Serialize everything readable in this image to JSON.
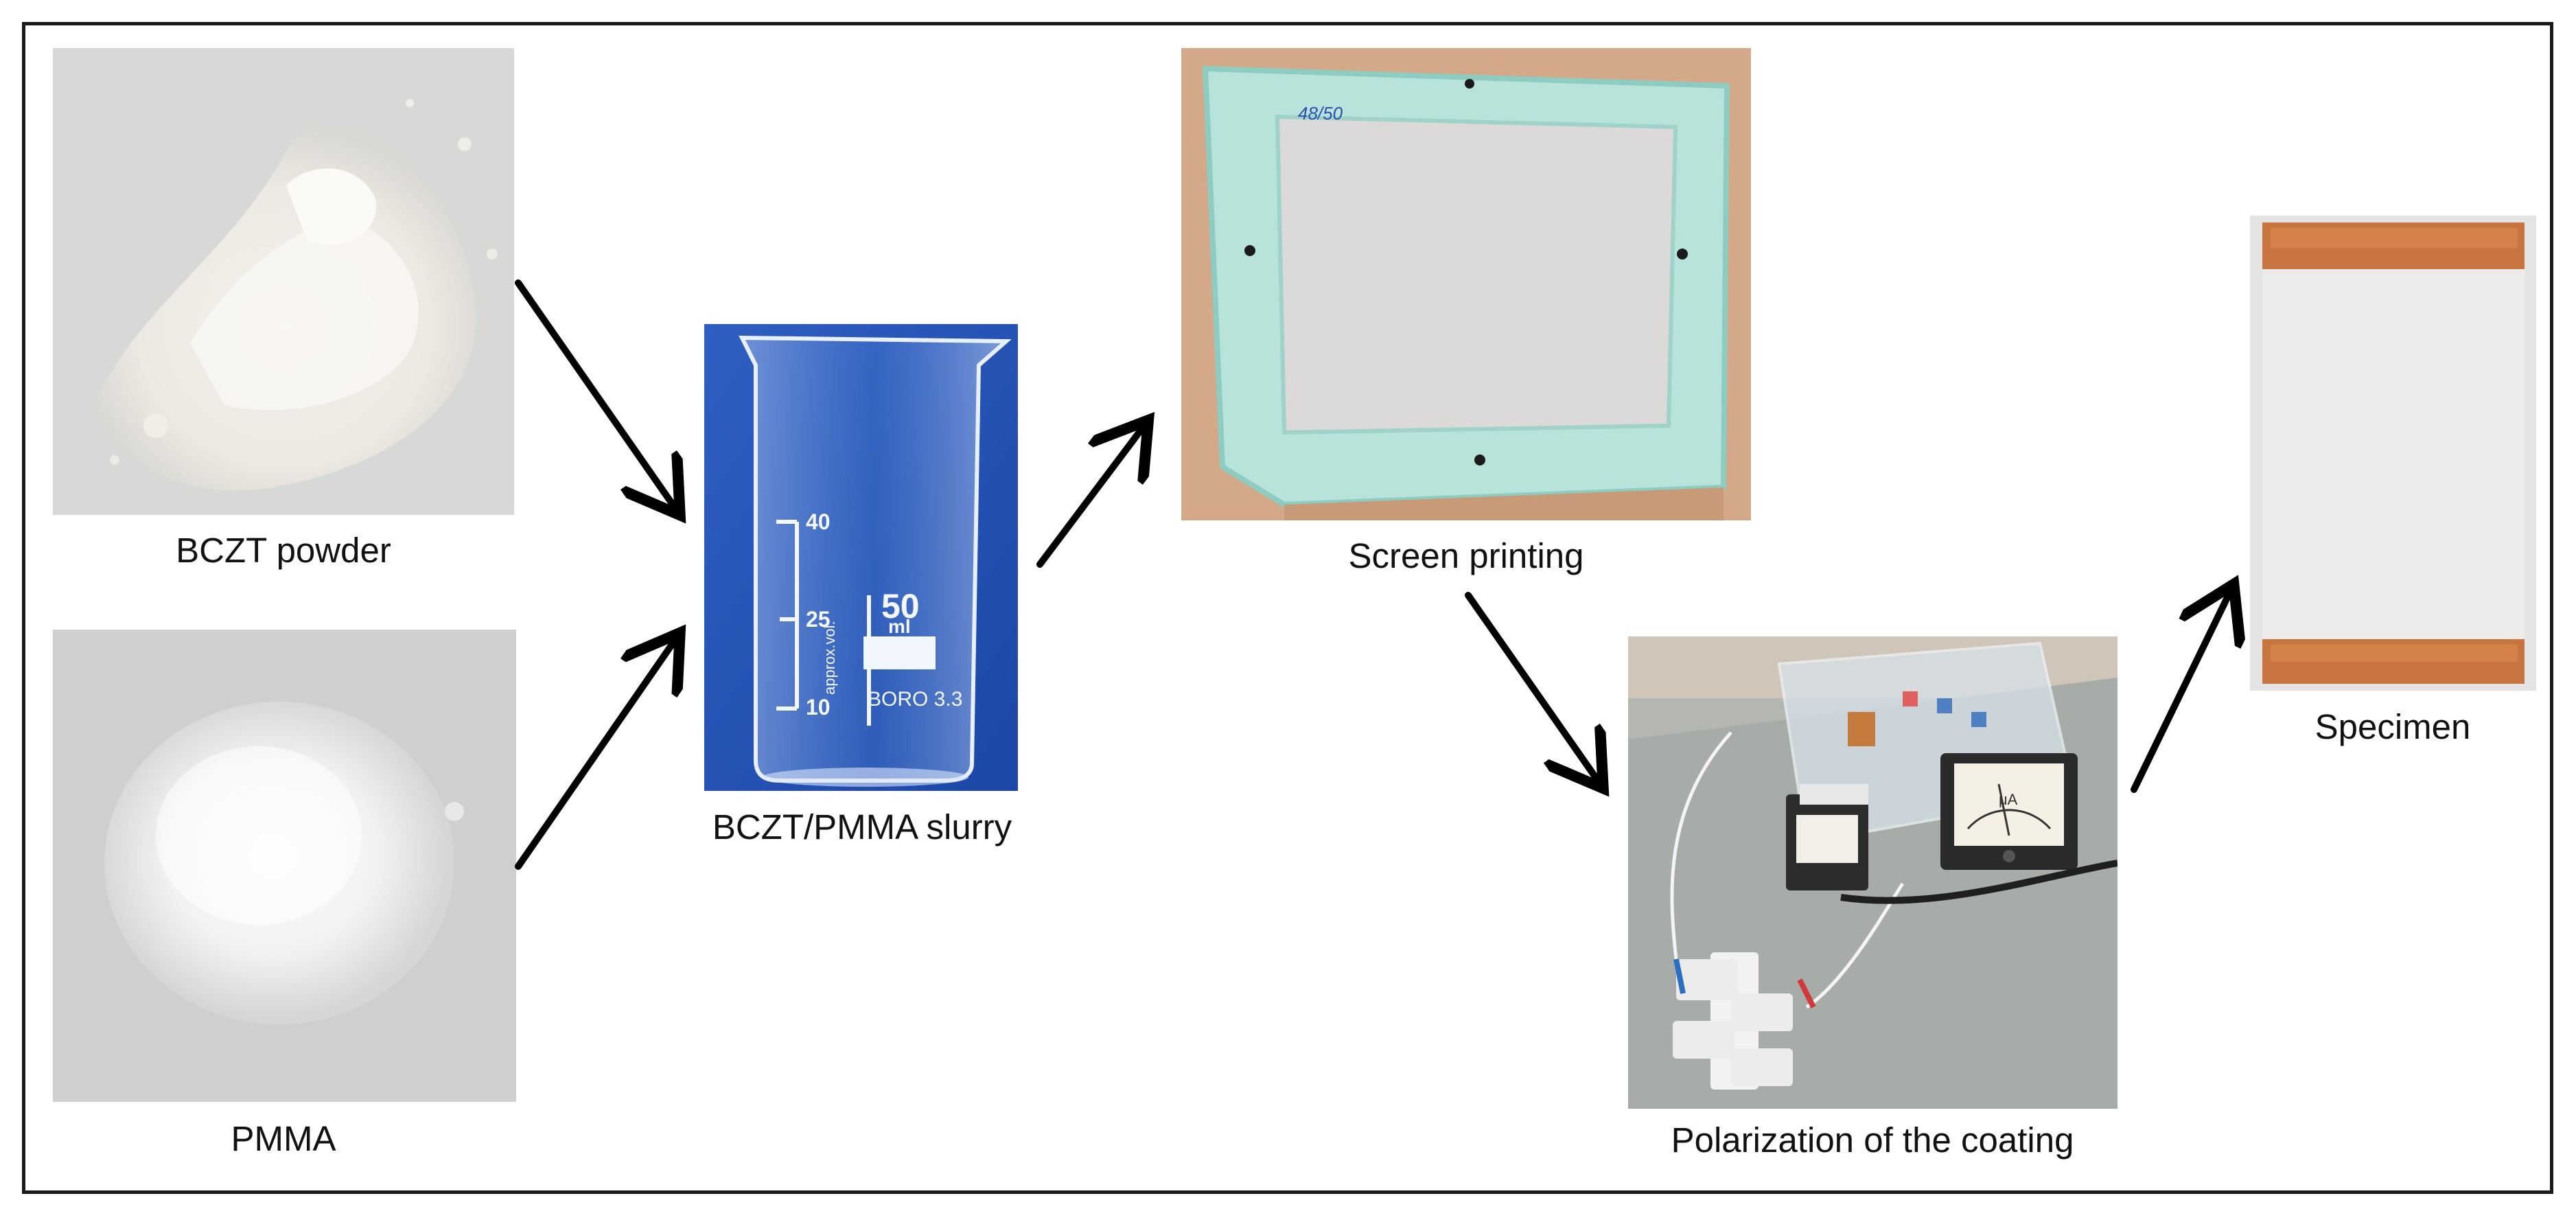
{
  "steps": {
    "bczt_powder": {
      "label": "BCZT powder"
    },
    "pmma": {
      "label": "PMMA"
    },
    "slurry": {
      "label": "BCZT/PMMA slurry",
      "beaker_text": {
        "mark_40": "40",
        "mark_25": "25",
        "mark_10": "10",
        "volume": "50",
        "unit": "ml",
        "approx": "approx.vol.",
        "brand": "BORO 3.3"
      }
    },
    "screen_printing": {
      "label": "Screen printing",
      "handwriting": "48/50"
    },
    "polarization": {
      "label": "Polarization of the coating",
      "meter_unit": "μA"
    },
    "specimen": {
      "label": "Specimen"
    }
  },
  "colors": {
    "frame": "#1a1a1a",
    "arrow": "#000000",
    "beaker_background": "#2f5fc2",
    "screen_frame": "#a8dcd2",
    "specimen_electrode": "#c8743e"
  }
}
